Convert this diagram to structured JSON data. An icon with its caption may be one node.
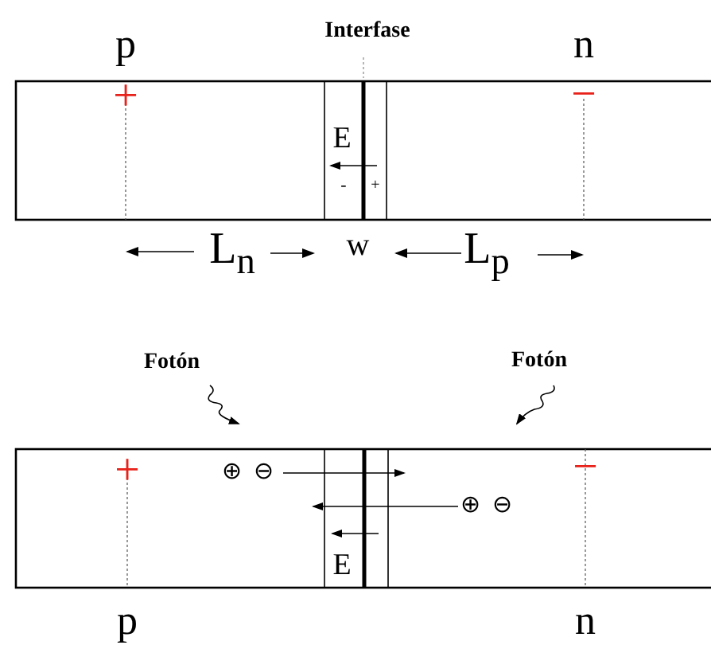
{
  "diagram": {
    "labels": [
      "p",
      "Interfase",
      "n",
      "+",
      "−",
      "E",
      "-",
      "+",
      "L$_{n}$",
      "w",
      "L$_{p}$",
      "Fotón",
      "Fotón",
      "⊕",
      "⊖",
      "⊕",
      "⊖",
      "+",
      "−",
      "E",
      "p",
      "n"
    ]
  }
}
